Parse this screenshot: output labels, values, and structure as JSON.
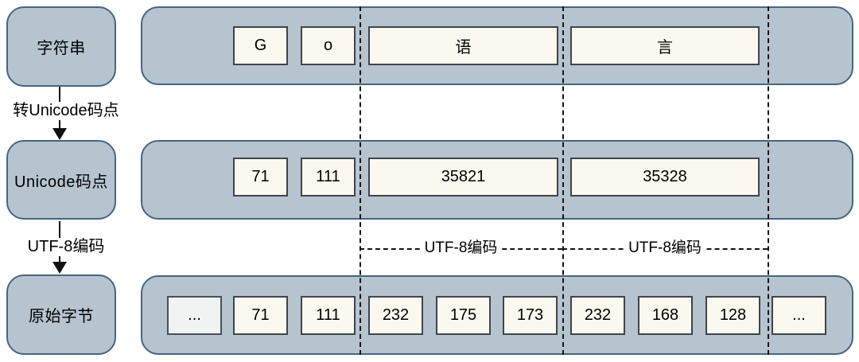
{
  "diagram": {
    "title_semantics": "Go string to UTF-8 encoding diagram",
    "left_nodes": {
      "string": "字符串",
      "codepoints": "Unicode码点",
      "bytes": "原始字节"
    },
    "arrows": {
      "to_codepoints_label": "转Unicode码点",
      "to_bytes_label": "UTF-8编码"
    },
    "rows": {
      "string": [
        "G",
        "o",
        "语",
        "言"
      ],
      "codepoints": [
        "71",
        "111",
        "35821",
        "35328"
      ],
      "bytes": [
        "...",
        "71",
        "111",
        "232",
        "175",
        "173",
        "232",
        "168",
        "128",
        "..."
      ]
    },
    "encode_labels": [
      "UTF-8编码",
      "UTF-8编码"
    ],
    "colors": {
      "container_fill": "#b6c4d0",
      "container_border": "#47657f",
      "cell_fill": "#faf8ef",
      "cell_border": "#3f454a",
      "ellipsis_cell_fill": "#f1f2f2",
      "line_color": "#141414",
      "background": "#ffffff"
    }
  }
}
